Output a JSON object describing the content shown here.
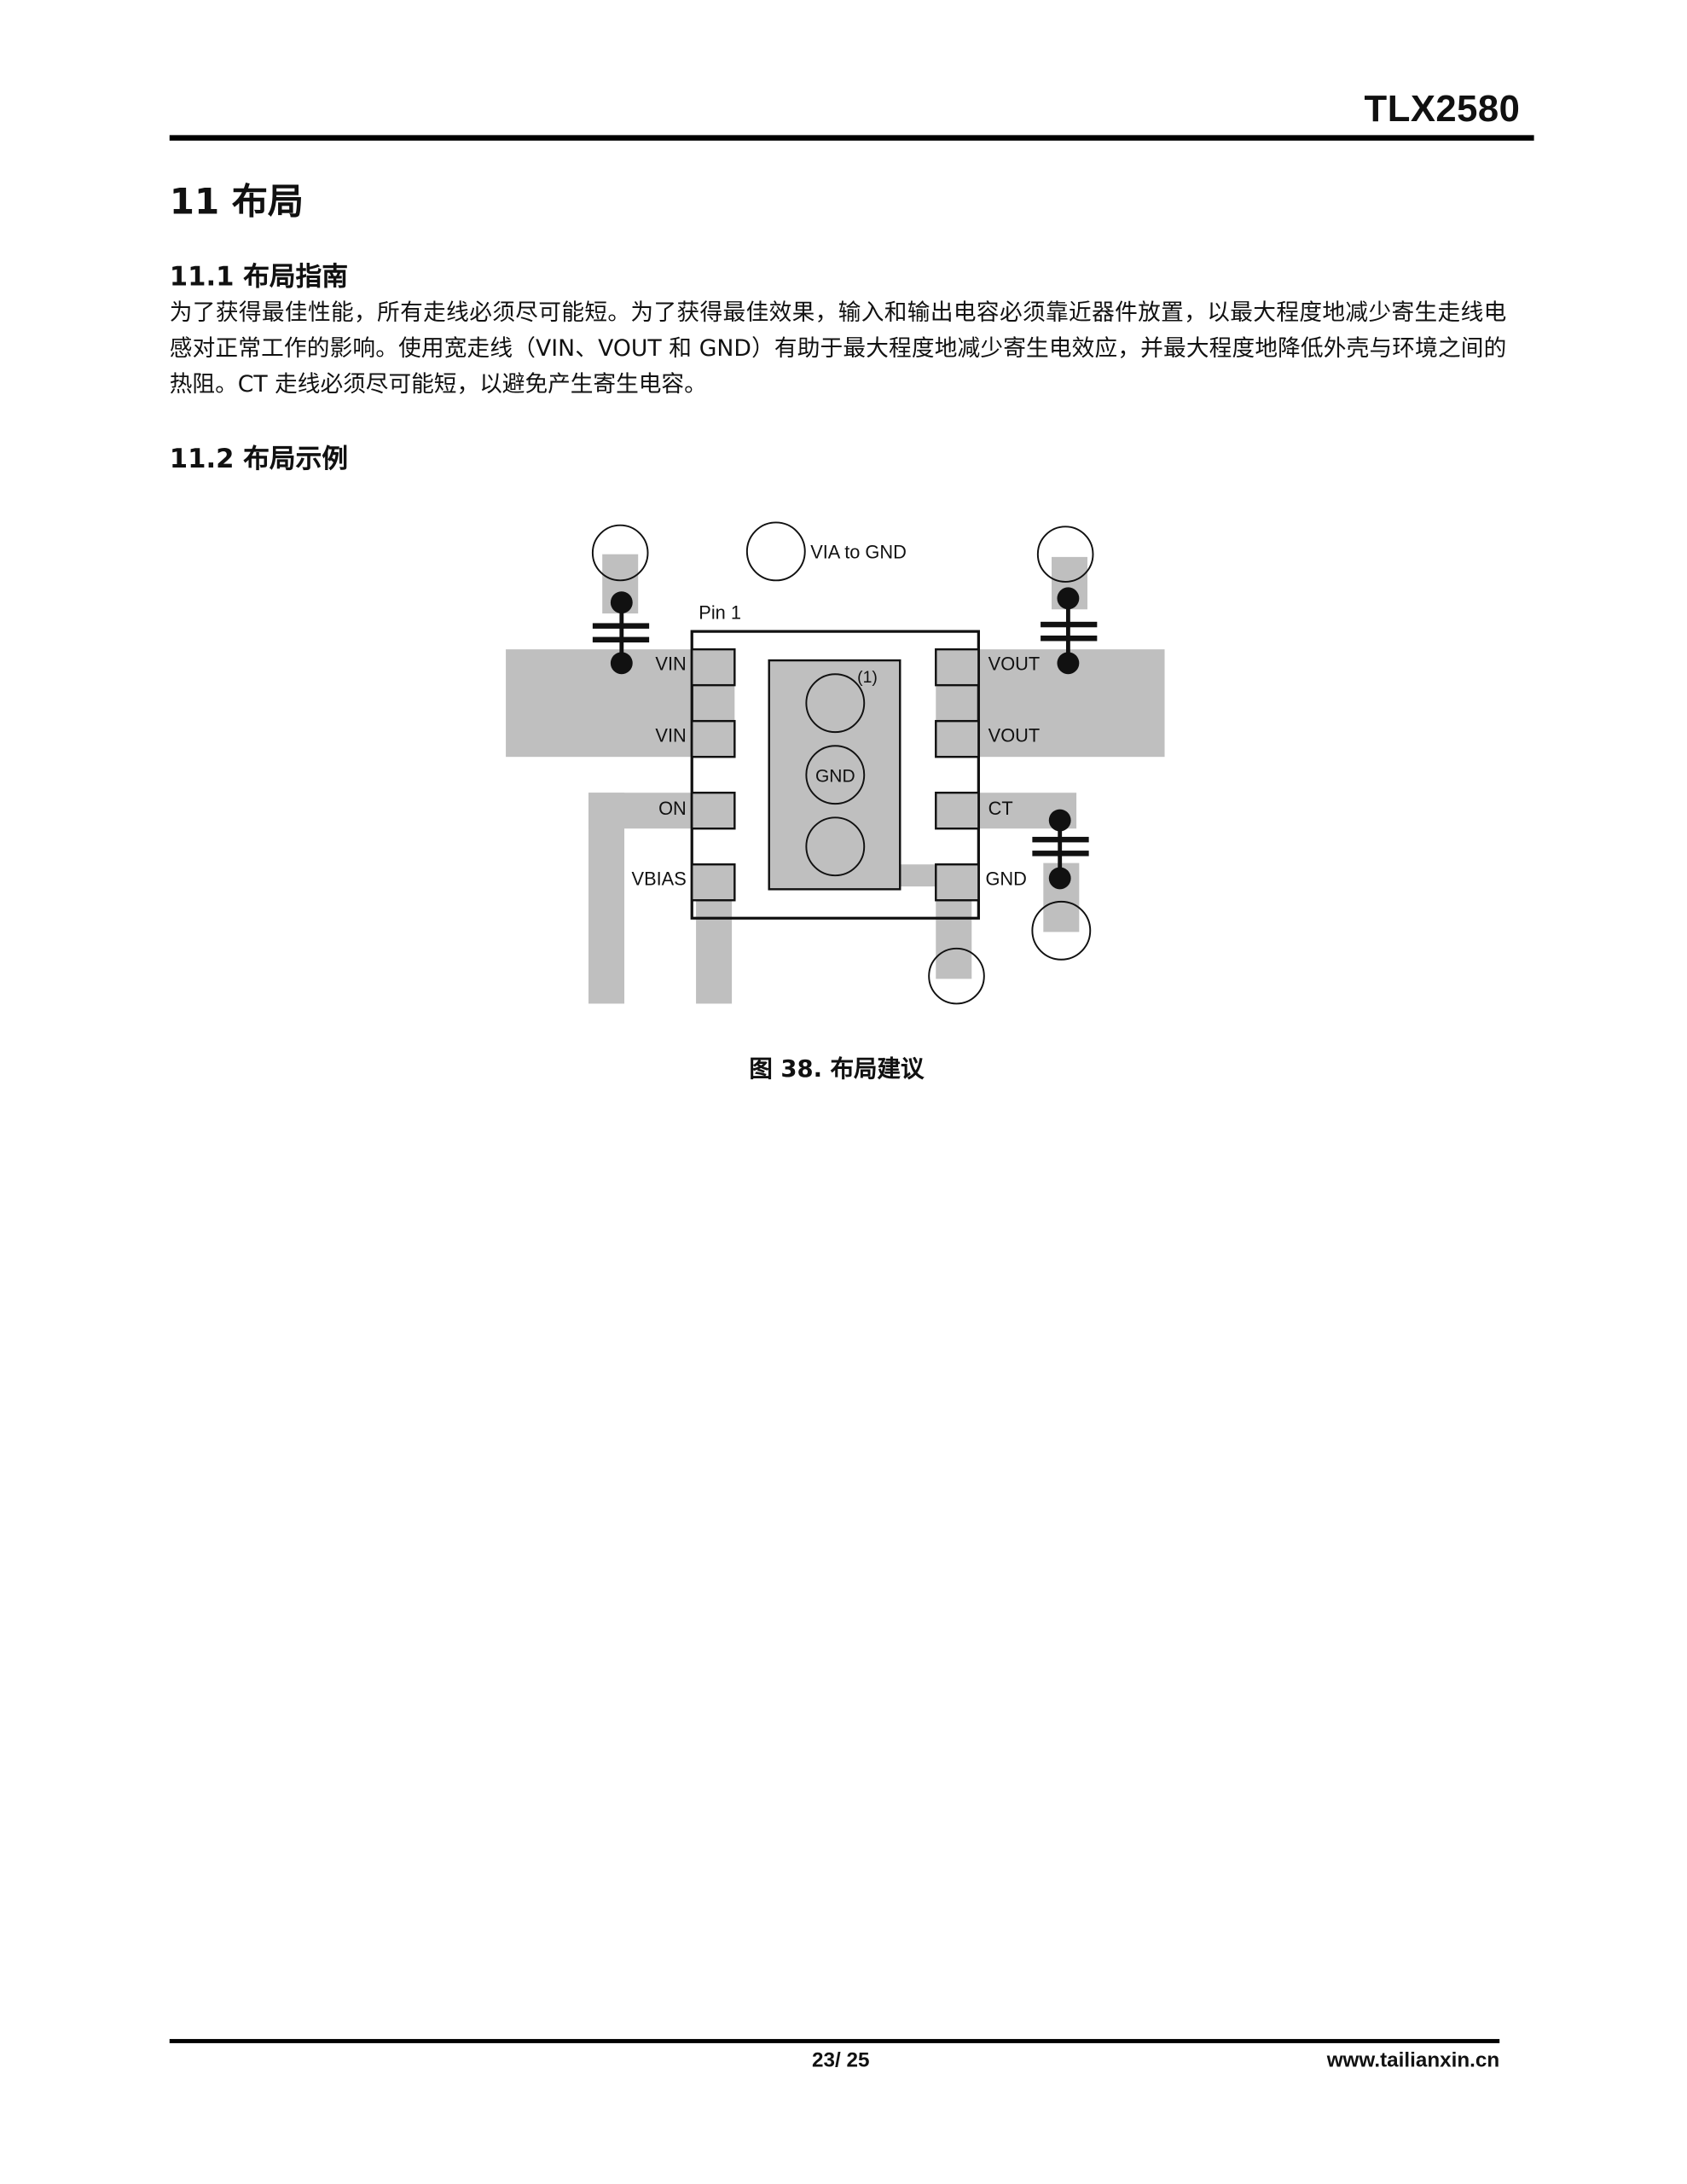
{
  "header": {
    "product": "TLX2580"
  },
  "section": {
    "title": "11 布局"
  },
  "subsection1": {
    "title": "11.1 布局指南",
    "body": "为了获得最佳性能，所有走线必须尽可能短。为了获得最佳效果，输入和输出电容必须靠近器件放置，以最大程度地减少寄生走线电感对正常工作的影响。使用宽走线（VIN、VOUT 和 GND）有助于最大程度地减少寄生电效应，并最大程度地降低外壳与环境之间的热阻。CT 走线必须尽可能短，以避免产生寄生电容。"
  },
  "subsection2": {
    "title": "11.2 布局示例"
  },
  "figure": {
    "legend": "VIA to GND",
    "pin1": "Pin 1",
    "note": "(1)",
    "thermal_pad": "GND",
    "left_pins": [
      "VIN",
      "VIN",
      "ON",
      "VBIAS"
    ],
    "right_pins": [
      "VOUT",
      "VOUT",
      "CT",
      "GND"
    ],
    "caption": "图 38. 布局建议"
  },
  "footer": {
    "page": "23/ 25",
    "website": "www.tailianxin.cn"
  }
}
